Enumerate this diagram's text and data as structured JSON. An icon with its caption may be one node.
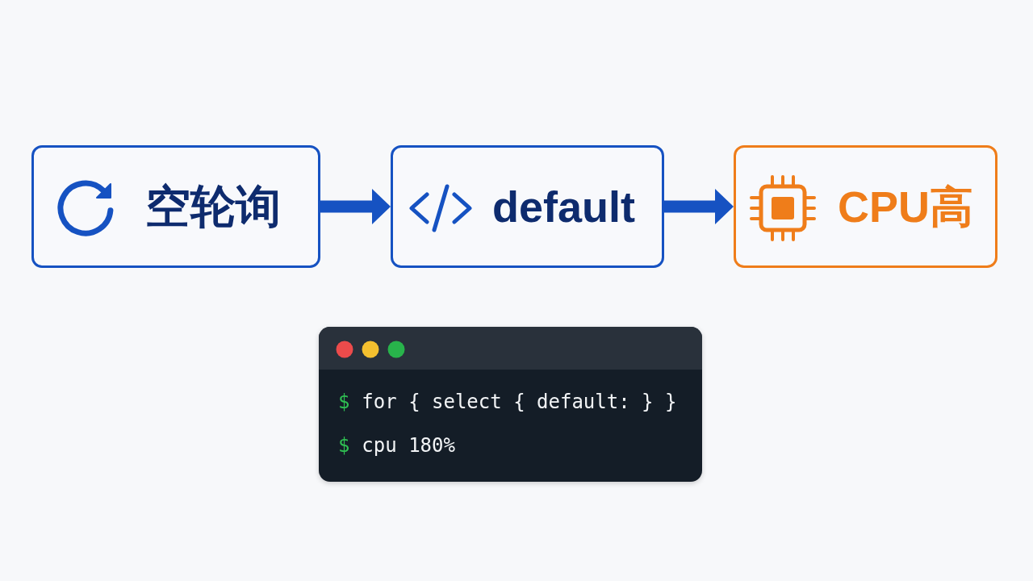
{
  "diagram": {
    "nodes": [
      {
        "text": [
          "空轮询"
        ]
      },
      {
        "text": [
          "default"
        ]
      },
      {
        "text": [
          "CPU高"
        ]
      },
      {
        "text": [
          "$",
          "for { select { default: } }",
          "$",
          "cpu 180%"
        ]
      }
    ],
    "edges": [
      {
        "from": 0,
        "to": 1,
        "arrow": "to"
      },
      {
        "from": 1,
        "to": 2,
        "arrow": "to"
      }
    ]
  }
}
